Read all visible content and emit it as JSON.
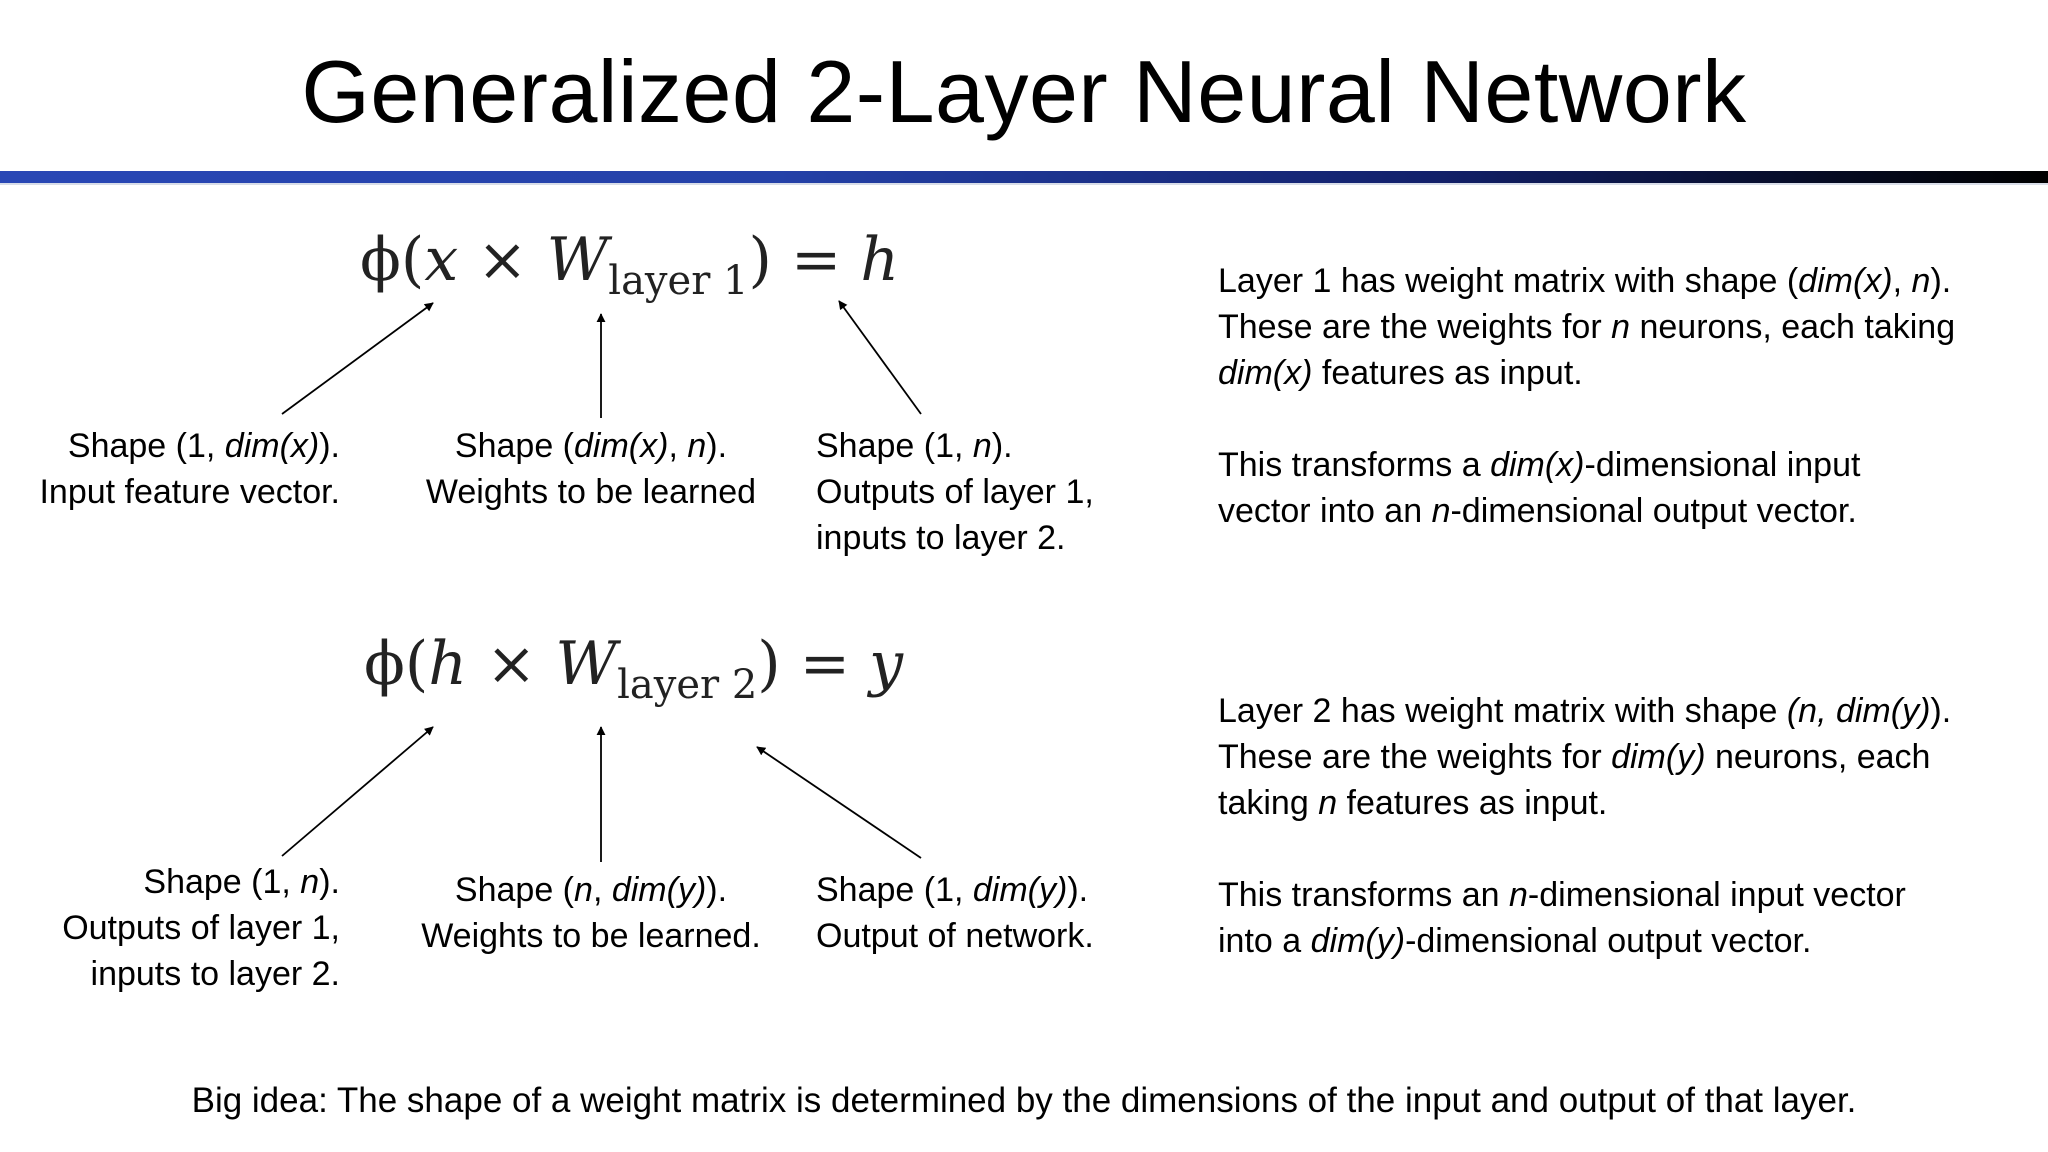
{
  "title": "Generalized 2-Layer Neural Network",
  "colors": {
    "rule_start": "#2947b5",
    "rule_end": "#000000"
  },
  "layer1": {
    "equation": {
      "phi": "ϕ",
      "open": "(",
      "input": "x",
      "times": "×",
      "W": "W",
      "subscript": "layer 1",
      "close": ")",
      "equals": "=",
      "output": "h"
    },
    "label_input": {
      "l1_pre": "Shape (1, ",
      "l1_it": "dim(x)",
      "l1_post": ").",
      "l2": "Input feature vector."
    },
    "label_weights": {
      "l1_pre": "Shape (",
      "l1_it": "dim(x)",
      "l1_mid": ", ",
      "l1_it2": "n",
      "l1_post": ").",
      "l2": "Weights to be learned"
    },
    "label_output": {
      "l1_pre": "Shape (1, ",
      "l1_it": "n",
      "l1_post": ").",
      "l2": "Outputs of layer 1,",
      "l3": "inputs to layer 2."
    },
    "desc": {
      "p1_a": "Layer 1 has weight matrix with shape (",
      "p1_b": "dim(x)",
      "p1_c": ", ",
      "p1_d": "n",
      "p1_e": ").",
      "p2_a": "These are the weights for ",
      "p2_b": "n",
      "p2_c": " neurons, each taking",
      "p3_a": "dim(x)",
      "p3_b": " features as input.",
      "p4_a": "This transforms a ",
      "p4_b": "dim(x)",
      "p4_c": "-dimensional input",
      "p5_a": "vector into an ",
      "p5_b": "n",
      "p5_c": "-dimensional output vector."
    }
  },
  "layer2": {
    "equation": {
      "phi": "ϕ",
      "open": "(",
      "input": "h",
      "times": "×",
      "W": "W",
      "subscript": "layer 2",
      "close": ")",
      "equals": "=",
      "output": "y"
    },
    "label_input": {
      "l1_pre": "Shape (1, ",
      "l1_it": "n",
      "l1_post": ").",
      "l2": "Outputs of layer 1,",
      "l3": "inputs to layer 2."
    },
    "label_weights": {
      "l1_pre": "Shape (",
      "l1_it": "n",
      "l1_mid": ", ",
      "l1_it2": "dim(y)",
      "l1_post": ").",
      "l2": "Weights to be learned."
    },
    "label_output": {
      "l1_pre": "Shape (1, ",
      "l1_it": "dim(y)",
      "l1_post": ").",
      "l2": "Output of network."
    },
    "desc": {
      "p1_a": "Layer 2 has weight matrix with shape ",
      "p1_b": "(n, dim(y)",
      "p1_c": ").",
      "p2_a": "These are the weights for ",
      "p2_b": "dim(y)",
      "p2_c": " neurons, each",
      "p3_a": "taking ",
      "p3_b": "n",
      "p3_c": " features as input.",
      "p4_a": "This transforms an ",
      "p4_b": "n",
      "p4_c": "-dimensional input vector",
      "p5_a": "into a ",
      "p5_b": "dim(y)",
      "p5_c": "-dimensional output vector."
    }
  },
  "big_idea": "Big idea: The shape of a weight matrix is determined by the dimensions of the input and output of that layer."
}
